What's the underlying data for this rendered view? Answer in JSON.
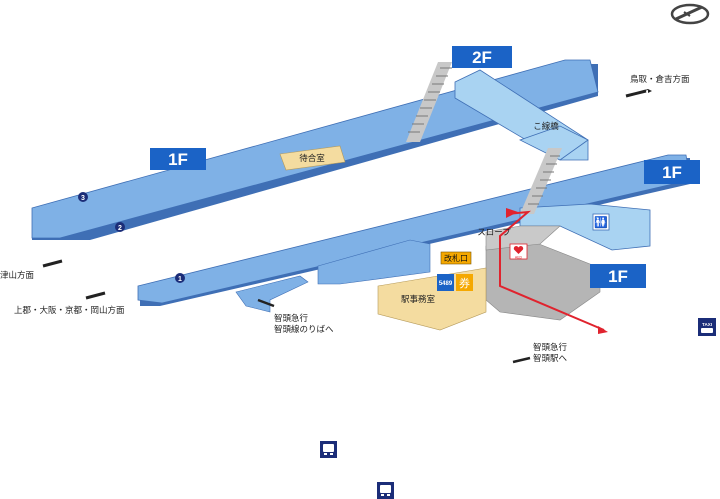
{
  "floors": {
    "floor_2f": "2F",
    "floor_1f_left": "1F",
    "floor_1f_right": "1F",
    "floor_1f_concourse": "1F"
  },
  "platforms": {
    "p1": "1",
    "p2": "2",
    "p3": "3"
  },
  "rooms": {
    "waiting_room": "待合室",
    "station_office": "駅事務室",
    "ticket_gate": "改札口",
    "slope": "スロープ",
    "overpass": "こ線橋",
    "ticket_machine": "5489"
  },
  "directions": {
    "tottori": "鳥取・倉吉方面",
    "tsuyama": "津山方面",
    "kamigori": "上郡・大阪・京都・岡山方面",
    "chizu_platform_1": "智頭急行",
    "chizu_platform_2": "智頭線のりばへ",
    "chizu_station_1": "智頭急行",
    "chizu_station_2": "智頭駅へ"
  },
  "icons": {
    "aed_text": "AED",
    "taxi_text": "TAXI"
  },
  "colors": {
    "platform_blue": "#7fb1e6",
    "platform_edge": "#3f6fb5",
    "floor_tag": "#1b63c6",
    "concourse_gray": "#b5b5b5",
    "office_beige": "#f4dca0",
    "route_red": "#e0232e",
    "gate_yellow": "#f5a800",
    "light_blue": "#a9d3f2"
  }
}
